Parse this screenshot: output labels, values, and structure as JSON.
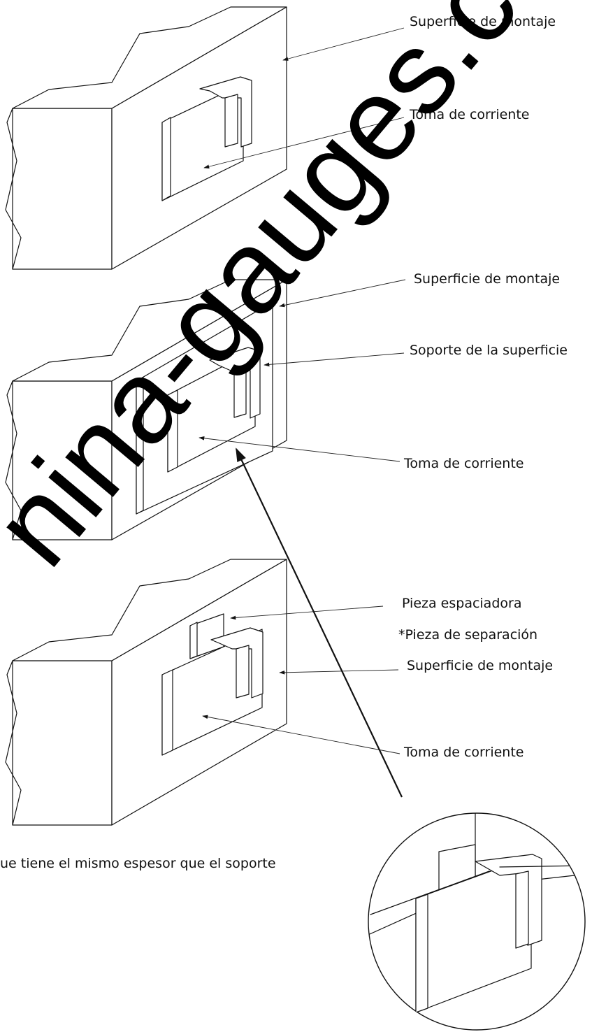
{
  "labels": {
    "d1_surface": "Superficie de montaje",
    "d1_outlet": "Toma de corriente",
    "d2_surface": "Superficie de montaje",
    "d2_support": "Soporte de la superficie",
    "d2_outlet": "Toma de corriente",
    "d3_spacer": "Pieza espaciadora",
    "d3_spacer_note": "*Pieza de separación",
    "d3_surface": "Superficie de montaje",
    "d3_outlet": "Toma de corriente",
    "footnote": "ue tiene el mismo espesor que el soporte"
  },
  "watermark": "nina-gauges.c"
}
